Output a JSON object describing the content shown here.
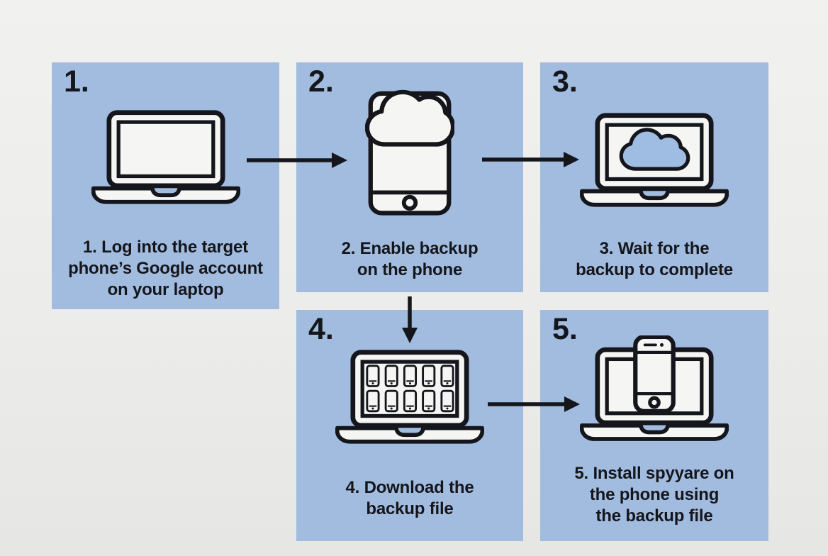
{
  "diagram": {
    "type": "step-flow-infographic",
    "step_count": 5,
    "colors": {
      "panel_background": "#a2bce0",
      "page_background": "#ececea",
      "outline": "#15161b",
      "text": "#15161b",
      "icon_fill": "#f5f5f3",
      "cloud_fill_step3": "#9fbce2"
    }
  },
  "steps": [
    {
      "number": "1.",
      "icon": "laptop-icon",
      "caption_lines": [
        "1. Log into the target",
        "phone’s Google account",
        "on your laptop"
      ]
    },
    {
      "number": "2.",
      "icon": "phone-cloud-backup-icon",
      "caption_lines": [
        "2. Enable backup",
        "on the phone"
      ]
    },
    {
      "number": "3.",
      "icon": "laptop-cloud-icon",
      "caption_lines": [
        "3. Wait for the",
        "backup to complete"
      ]
    },
    {
      "number": "4.",
      "icon": "laptop-app-grid-icon",
      "caption_lines": [
        "4. Download the",
        "backup file"
      ]
    },
    {
      "number": "5.",
      "icon": "laptop-phone-icon",
      "caption_lines": [
        "5. Install spyyare on",
        "the phone using",
        "the backup file"
      ]
    }
  ],
  "connections": [
    {
      "from": "step-1",
      "to": "step-2",
      "direction": "right"
    },
    {
      "from": "step-2",
      "to": "step-3",
      "direction": "right"
    },
    {
      "from": "step-2",
      "to": "step-4",
      "direction": "down"
    },
    {
      "from": "step-4",
      "to": "step-5",
      "direction": "right"
    }
  ]
}
